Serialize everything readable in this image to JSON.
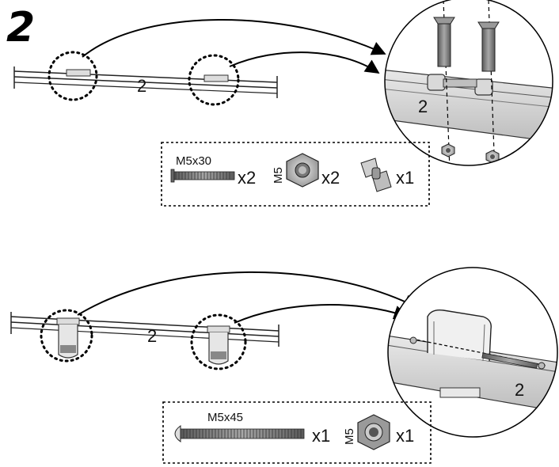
{
  "step_number": "2",
  "part_label": "2",
  "top": {
    "callout_label": "2",
    "parts": [
      {
        "name": "M5x30",
        "qty": "x2"
      },
      {
        "name": "M5",
        "qty": "x2"
      },
      {
        "name": "",
        "qty": "x1"
      }
    ]
  },
  "bottom": {
    "callout_label": "2",
    "parts": [
      {
        "name": "M5x45",
        "qty": "x1"
      },
      {
        "name": "M5",
        "qty": "x1"
      }
    ]
  },
  "icons": [
    "bolt-icon",
    "hex-nut-icon",
    "hinge-icon",
    "clamp-icon"
  ]
}
